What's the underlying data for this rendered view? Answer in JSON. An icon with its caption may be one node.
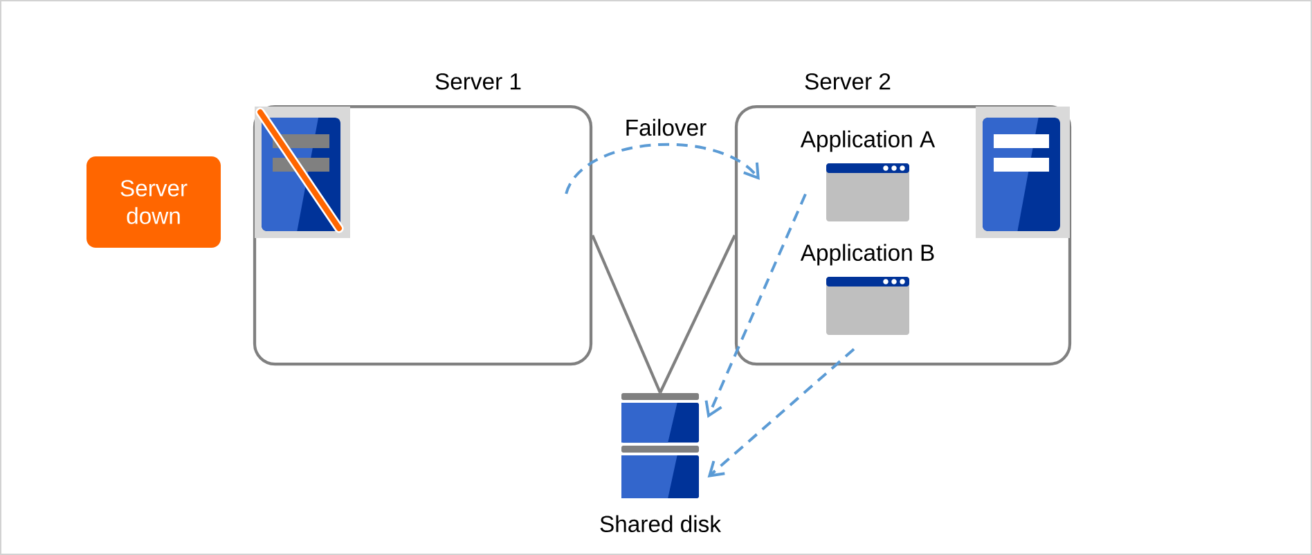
{
  "diagram": {
    "nodes": [
      {
        "text": [
          "Server down"
        ]
      },
      {
        "text": [
          "Server 1"
        ]
      },
      {
        "text": [],
        "shape": "picture",
        "in": 1
      },
      {
        "text": [
          "Server 2"
        ]
      },
      {
        "text": [
          "Application A"
        ],
        "in": 3
      },
      {
        "text": [
          "Application B"
        ],
        "in": 3
      },
      {
        "text": [],
        "shape": "picture",
        "in": 3
      },
      {
        "text": [
          "Shared disk"
        ]
      }
    ],
    "edges": [
      {
        "from": 1,
        "to": 3,
        "arrow": "to",
        "label": "Failover",
        "style": "dashed",
        "color": "#5b9bd5"
      },
      {
        "from": 1,
        "to": 7,
        "arrow": "none",
        "color": "#808080"
      },
      {
        "from": 3,
        "to": 7,
        "arrow": "none",
        "color": "#808080"
      },
      {
        "from": 4,
        "to": 7,
        "arrow": "to",
        "style": "dashed",
        "color": "#5b9bd5"
      },
      {
        "from": 5,
        "to": 7,
        "arrow": "to",
        "style": "dashed",
        "color": "#5b9bd5"
      }
    ]
  }
}
